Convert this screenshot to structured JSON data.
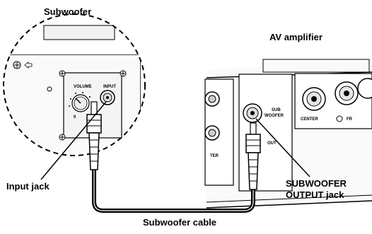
{
  "labels": {
    "subwoofer_title": "Subwoofer",
    "amplifier_title": "AV amplifier",
    "input_jack": "Input jack",
    "subwoofer_output_jack_line1": "SUBWOOFER",
    "subwoofer_output_jack_line2": "OUTPUT jack",
    "cable": "Subwoofer cable"
  },
  "panel_text": {
    "volume": "VOLUME",
    "input": "INPUT",
    "volume_min": "0",
    "sub_line1": "SUB",
    "sub_line2": "WOOFER",
    "center": "CENTER",
    "out": "OUT",
    "ter": "TER",
    "fr": "FR"
  }
}
